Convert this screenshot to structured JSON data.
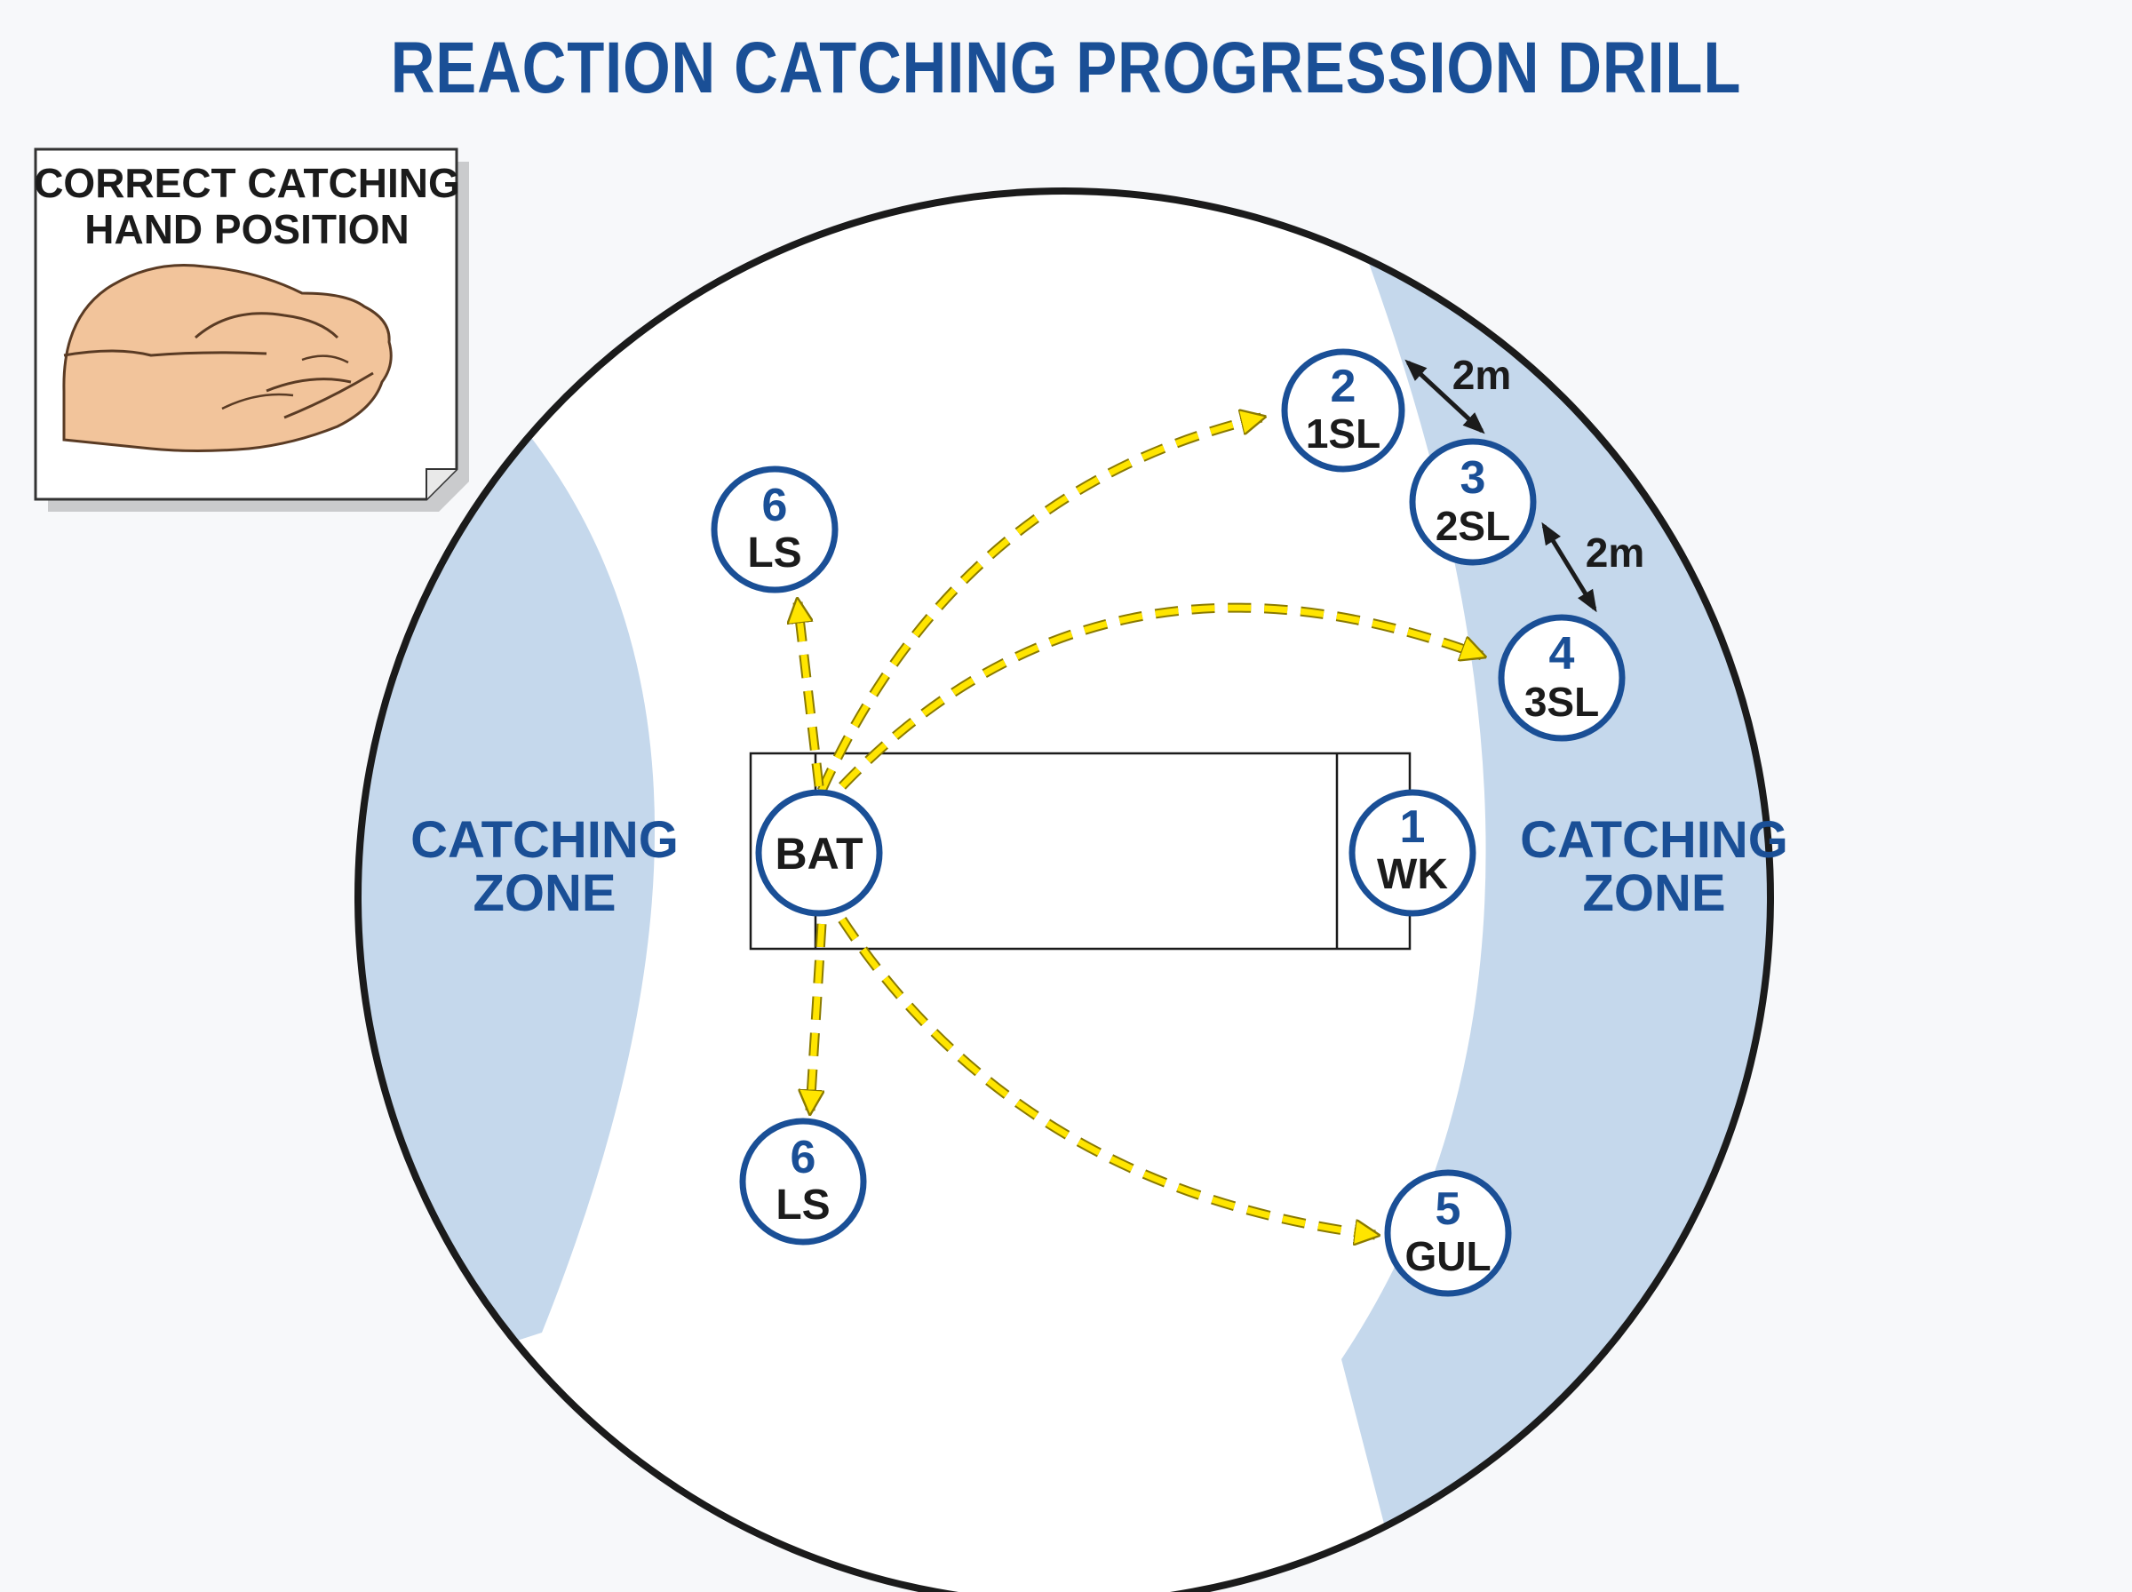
{
  "title": "REACTION CATCHING PROGRESSION DRILL",
  "inset": {
    "line1": "CORRECT CATCHING",
    "line2": "HAND POSITION",
    "illustration": "cupped-hands"
  },
  "zones": {
    "left": {
      "line1": "CATCHING",
      "line2": "ZONE"
    },
    "right": {
      "line1": "CATCHING",
      "line2": "ZONE"
    }
  },
  "batter": {
    "label": "BAT"
  },
  "fielders": {
    "wk": {
      "number": "1",
      "position": "WK"
    },
    "sl1": {
      "number": "2",
      "position": "1SL"
    },
    "sl2": {
      "number": "3",
      "position": "2SL"
    },
    "sl3": {
      "number": "4",
      "position": "3SL"
    },
    "gul": {
      "number": "5",
      "position": "GUL"
    },
    "ls_top": {
      "number": "6",
      "position": "LS"
    },
    "ls_bottom": {
      "number": "6",
      "position": "LS"
    }
  },
  "distances": {
    "sl1_sl2": "2m",
    "sl2_sl3": "2m"
  },
  "colors": {
    "title": "#1a4f96",
    "zone": "#c5d8ec",
    "circle_border": "#1a4f96",
    "path": "#ffe500",
    "path_outline": "#8a7a00"
  }
}
